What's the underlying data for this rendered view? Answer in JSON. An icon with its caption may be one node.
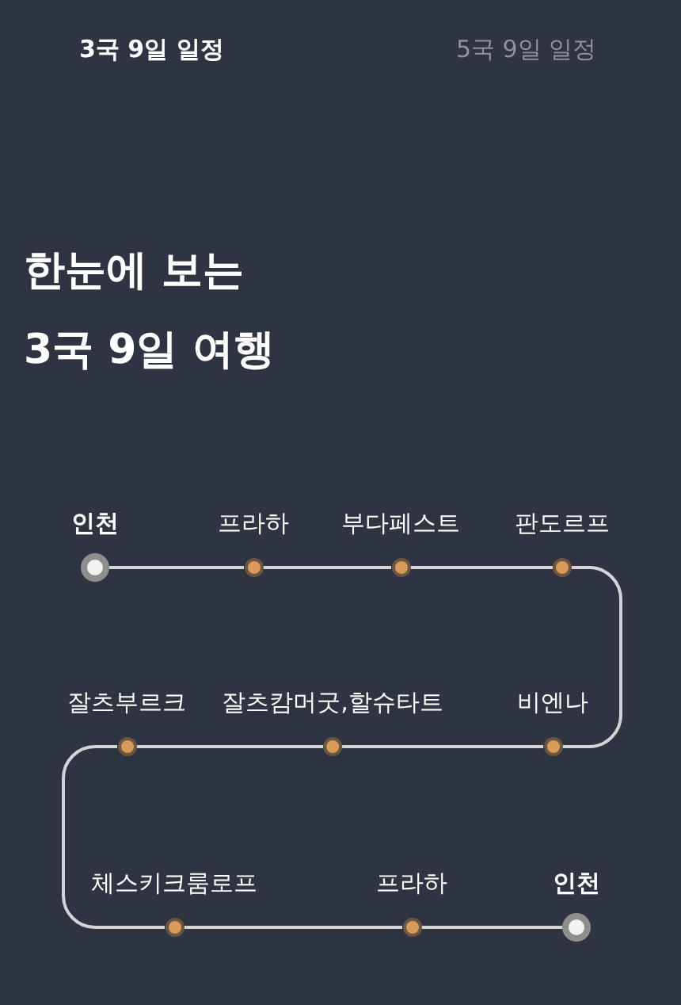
{
  "diagram": {
    "title": "한눈에 보는 3국 9일 여행",
    "nodes": [
      {
        "text": [
          "인천"
        ]
      },
      {
        "text": [
          "프라하"
        ]
      },
      {
        "text": [
          "부다페스트"
        ]
      },
      {
        "text": [
          "판도르프"
        ]
      },
      {
        "text": [
          "잘츠부르크"
        ]
      },
      {
        "text": [
          "잘츠캄머굿,할슈타트"
        ]
      },
      {
        "text": [
          "비엔나"
        ]
      },
      {
        "text": [
          "체스키크룸로프"
        ]
      },
      {
        "text": [
          "프라하"
        ]
      },
      {
        "text": [
          "인천"
        ]
      }
    ],
    "edges": [
      {
        "from": 0,
        "to": 1,
        "arrow": "none"
      },
      {
        "from": 1,
        "to": 2,
        "arrow": "none"
      },
      {
        "from": 2,
        "to": 3,
        "arrow": "none"
      },
      {
        "from": 3,
        "to": 6,
        "arrow": "none"
      },
      {
        "from": 6,
        "to": 5,
        "arrow": "none"
      },
      {
        "from": 5,
        "to": 4,
        "arrow": "none"
      },
      {
        "from": 4,
        "to": 7,
        "arrow": "none"
      },
      {
        "from": 7,
        "to": 8,
        "arrow": "none"
      },
      {
        "from": 8,
        "to": 9,
        "arrow": "none"
      }
    ],
    "labels": [
      "3국 9일 일정",
      "5국 9일 일정"
    ]
  }
}
